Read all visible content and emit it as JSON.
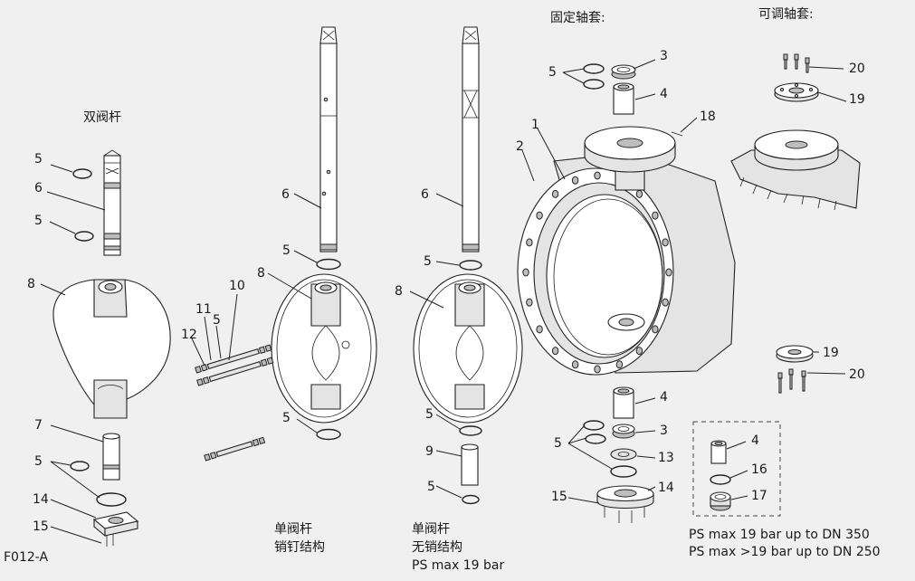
{
  "headings": {
    "fixed_bushing": "固定轴套:",
    "adjustable_bushing": "可调轴套:",
    "double_stem": "双阀杆"
  },
  "captions": {
    "pinned_line1": "单阀杆",
    "pinned_line2": "销钉结构",
    "pinless_line1": "单阀杆",
    "pinless_line2": "无销结构",
    "pinless_line3": "PS max 19 bar",
    "ps_note_1": "PS max 19 bar up to DN 350",
    "ps_note_2": "PS max >19 bar up to DN 250",
    "figure_id": "F012-A"
  },
  "labels": {
    "fb_5": "5",
    "fb_3": "3",
    "fb_4": "4",
    "n18": "18",
    "n1": "1",
    "n2": "2",
    "ab_20": "20",
    "ab_19": "19",
    "ds_5a": "5",
    "ds_6": "6",
    "ds_5b": "5",
    "ds_8": "8",
    "ds_7": "7",
    "ds_5c": "5",
    "ds_14": "14",
    "ds_15": "15",
    "pn_6": "6",
    "pn_5a": "5",
    "pn_8": "8",
    "pn_5b": "5",
    "pn_10": "10",
    "pn_11": "11",
    "pn_5c": "5",
    "pn_12": "12",
    "pl_6": "6",
    "pl_5a": "5",
    "pl_8": "8",
    "pl_5b": "5",
    "pl_9": "9",
    "pl_5c": "5",
    "bb_4": "4",
    "bb_3": "3",
    "bb_5": "5",
    "bb_13": "13",
    "bb_14": "14",
    "bb_15": "15",
    "ab2_19": "19",
    "ab2_20": "20",
    "kit_4": "4",
    "kit_16": "16",
    "kit_17": "17"
  }
}
